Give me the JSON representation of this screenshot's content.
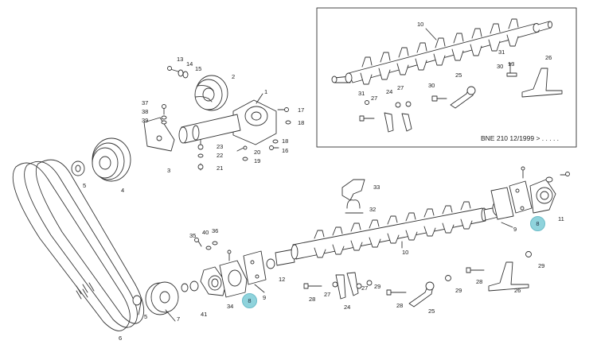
{
  "inset": {
    "caption": "BNE 210   12/1999 > . . . . .",
    "labels": [
      "10",
      "31",
      "13",
      "30",
      "26",
      "25",
      "27",
      "24",
      "27",
      "30",
      "31"
    ]
  },
  "labels": [
    "13",
    "14",
    "15",
    "2",
    "1",
    "37",
    "38",
    "39",
    "17",
    "18",
    "23",
    "18",
    "16",
    "20",
    "22",
    "19",
    "21",
    "3",
    "5",
    "4",
    "33",
    "32",
    "10",
    "9",
    "11",
    "12",
    "35",
    "40",
    "36",
    "34",
    "9",
    "28",
    "27",
    "29",
    "24",
    "27",
    "25",
    "28",
    "29",
    "28",
    "26",
    "29",
    "41",
    "7",
    "5",
    "6"
  ],
  "highlighted_labels": [
    "8",
    "8"
  ],
  "colors": {
    "highlight": "#8fd3dc",
    "line": "#333333"
  }
}
